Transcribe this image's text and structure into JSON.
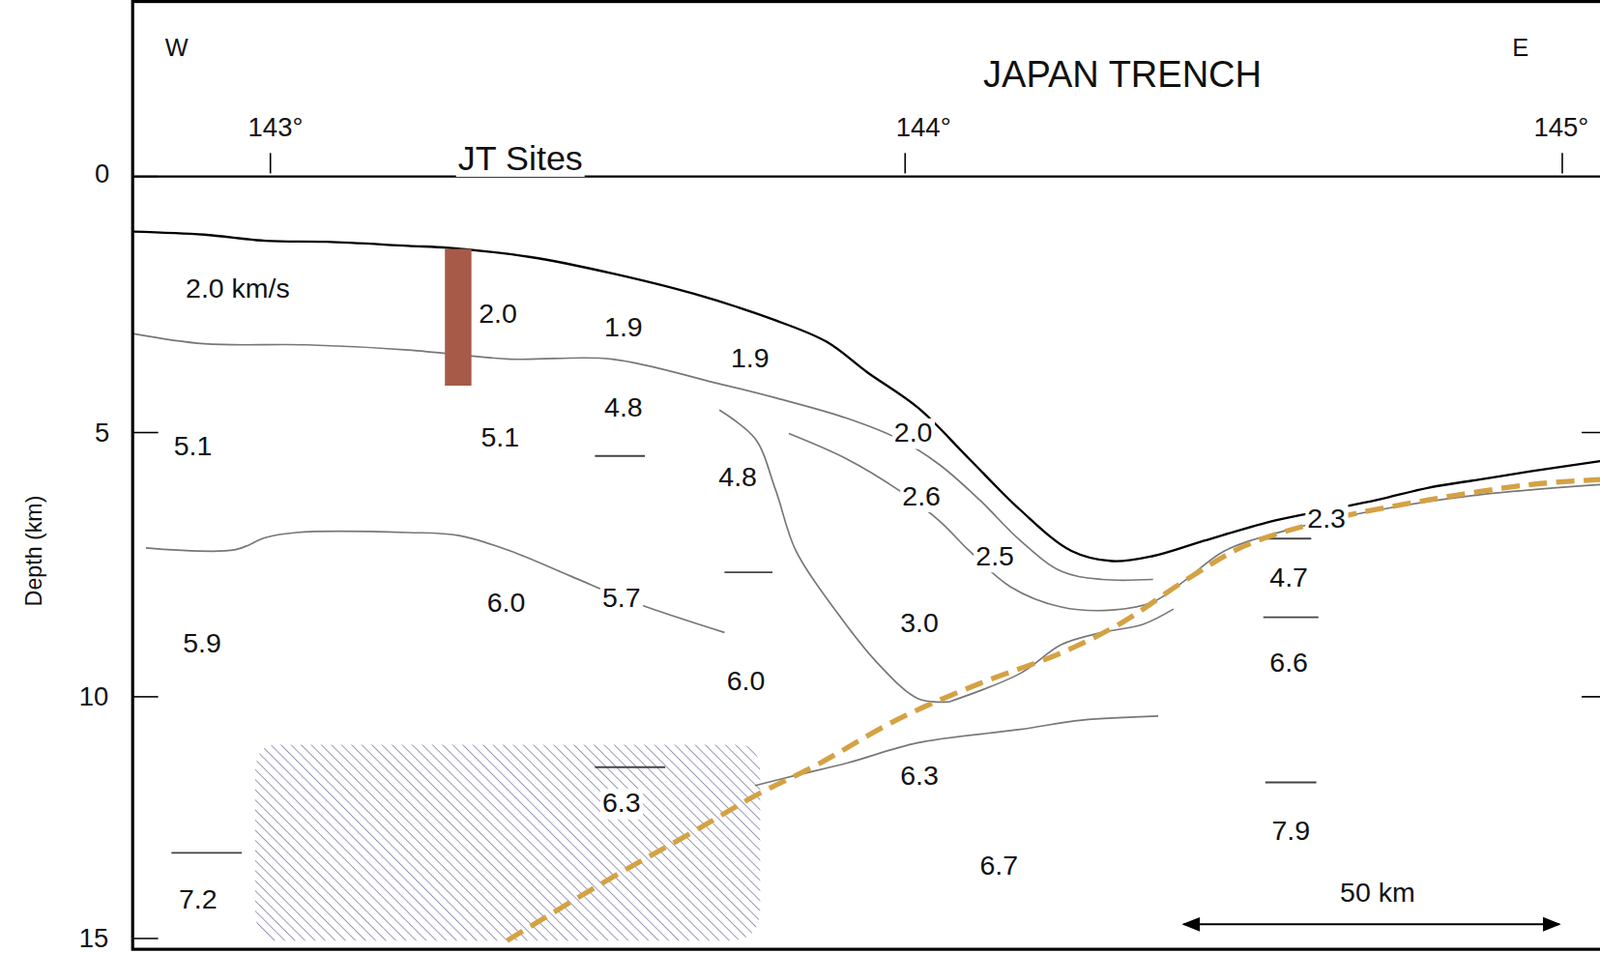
{
  "diagram": {
    "labels": [
      "W",
      "E",
      "JAPAN TRENCH",
      "143°",
      "144°",
      "145°",
      "JT Sites",
      "0",
      "5",
      "10",
      "15",
      "Depth (km)",
      "2.0 km/s",
      "2.0",
      "1.9",
      "1.9",
      "4.8",
      "5.1",
      "5.1",
      "2.0",
      "4.8",
      "2.6",
      "2.5",
      "2.3",
      "4.7",
      "6.6",
      "3.0",
      "6.0",
      "5.7",
      "5.9",
      "6.0",
      "6.3",
      "6.3",
      "7.9",
      "6.7",
      "7.2",
      "50 km"
    ]
  }
}
